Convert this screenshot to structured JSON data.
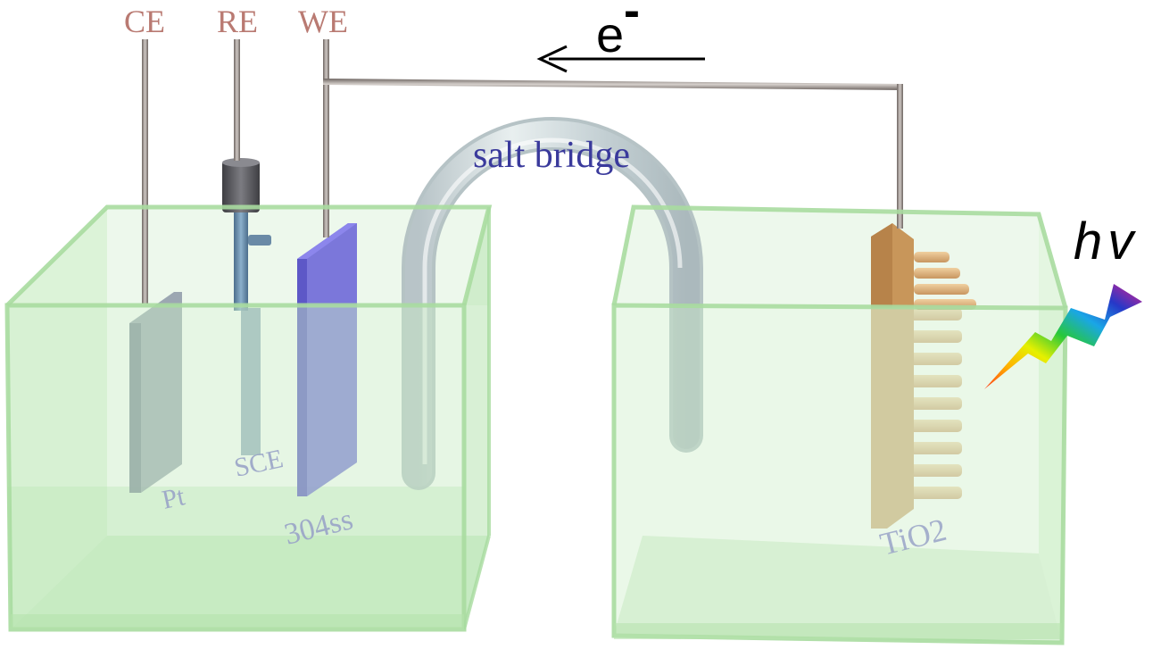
{
  "labels": {
    "ce": "CE",
    "re": "RE",
    "we": "WE",
    "electron_base": "e",
    "electron_sup": "-",
    "salt_bridge": "salt bridge",
    "pt": "Pt",
    "sce": "SCE",
    "ss": "304ss",
    "tio2": "TiO2",
    "light_h": "h",
    "light_v": "v"
  },
  "colors": {
    "electrode_label": "#b97a72",
    "salt_bridge_label": "#3a3a9c",
    "submerged_label": "#9aa4c8",
    "tank_fill": "#c8ecc4",
    "tank_edge": "#a8dca0",
    "wire": "#8c8480",
    "pt_plate": "#8d99a8",
    "sce_tube": "#6a8aa6",
    "sce_cap": "#5e5e62",
    "ss_plate": "#6e68d8",
    "tio2_plate": "#c8965a",
    "tio2_rods": "#dcb482"
  }
}
